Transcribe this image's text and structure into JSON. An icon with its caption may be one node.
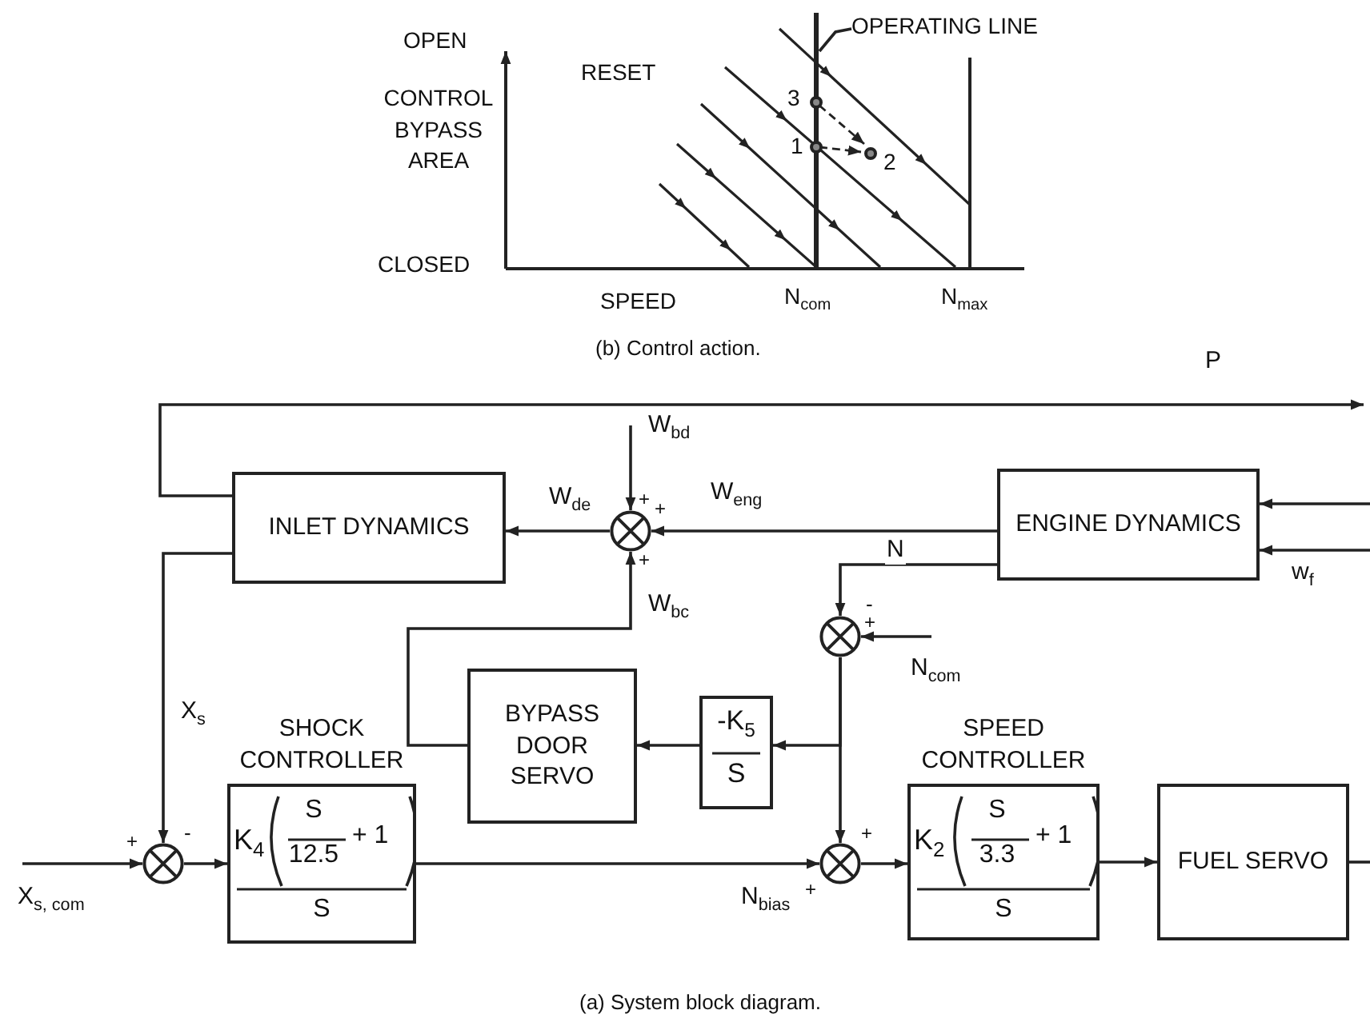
{
  "diagram": {
    "caption": "(a) System block diagram.",
    "nodes": [
      {
        "text": [
          "INLET DYNAMICS"
        ]
      },
      {
        "text": [],
        "shape": "circle"
      },
      {
        "text": [
          "ENGINE DYNAMICS"
        ]
      },
      {
        "text": [],
        "shape": "circle"
      },
      {
        "text": [
          "BYPASS DOOR SERVO"
        ]
      },
      {
        "text": [
          "-K$_{5}$",
          "S"
        ]
      },
      {
        "text": [],
        "shape": "circle"
      },
      {
        "text": [
          "SHOCK CONTROLLER",
          "K$_{4}$",
          "S",
          "12.5",
          "+ 1",
          "S"
        ]
      },
      {
        "text": [],
        "shape": "circle"
      },
      {
        "text": [
          "SPEED CONTROLLER",
          "K$_{2}$",
          "S",
          "3.3",
          "+ 1",
          "S"
        ]
      },
      {
        "text": [
          "FUEL SERVO"
        ]
      },
      {
        "text": [
          "OPERATING LINE"
        ]
      }
    ],
    "edges": [
      {
        "from": 0,
        "to": null,
        "arrow": "to",
        "label": "P"
      },
      {
        "from": 0,
        "to": 6,
        "arrow": "to",
        "label": "X$_{s}$"
      },
      {
        "from": null,
        "to": 1,
        "arrow": "to",
        "label": "W$_{bd}$"
      },
      {
        "from": 2,
        "to": 1,
        "arrow": "to",
        "label": "W$_{eng}$"
      },
      {
        "from": 1,
        "to": 0,
        "arrow": "to",
        "label": "W$_{de}$"
      },
      {
        "from": 4,
        "to": 1,
        "arrow": "to",
        "label": "W$_{bc}$"
      },
      {
        "from": 2,
        "to": 3,
        "arrow": "to",
        "label": "N"
      },
      {
        "from": null,
        "to": 3,
        "arrow": "to",
        "label": "N$_{com}$"
      },
      {
        "from": 3,
        "to": 8,
        "arrow": "to"
      },
      {
        "from": 3,
        "to": 5,
        "arrow": "to"
      },
      {
        "from": 5,
        "to": 4,
        "arrow": "to"
      },
      {
        "from": null,
        "to": 6,
        "arrow": "to",
        "label": "X$_{s, com}$"
      },
      {
        "from": 6,
        "to": 7,
        "arrow": "to"
      },
      {
        "from": 7,
        "to": 8,
        "arrow": "to",
        "label": "N$_{bias}$"
      },
      {
        "from": 8,
        "to": 9,
        "arrow": "to"
      },
      {
        "from": 9,
        "to": 10,
        "arrow": "to"
      },
      {
        "from": 10,
        "to": null,
        "arrow": "none"
      },
      {
        "from": null,
        "to": 2,
        "arrow": "to"
      },
      {
        "from": null,
        "to": 2,
        "arrow": "to",
        "label": "w$_{f}$"
      },
      {
        "from": 11,
        "to": null,
        "arrow": "none"
      }
    ],
    "labels": [
      "OPEN",
      "RESET",
      "CONTROL BYPASS AREA",
      "3",
      "1",
      "2",
      "CLOSED",
      "SPEED",
      "N$_{com}$",
      "N$_{max}$",
      "(b) Control action.",
      "+",
      "+",
      "+",
      "-",
      "+",
      "+",
      "-",
      "+",
      "+"
    ]
  }
}
